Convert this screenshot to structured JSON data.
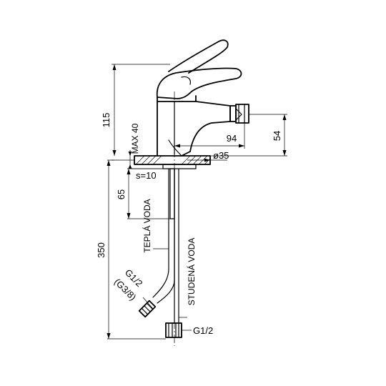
{
  "dimensions": {
    "total_height": "350",
    "body_height": "115",
    "outlet_height": "54",
    "spout_reach": "94",
    "max_deck": "MAX 40",
    "hole_diameter": "ø35",
    "plate_thickness": "s=10",
    "hose_offset": "65"
  },
  "labels": {
    "hot_water": "TEPLÁ VODA",
    "cold_water": "STUDENÁ VODA",
    "hot_thread": "G1/2",
    "hot_thread_alt": "(G3/8)",
    "cold_thread": "G1/2"
  }
}
